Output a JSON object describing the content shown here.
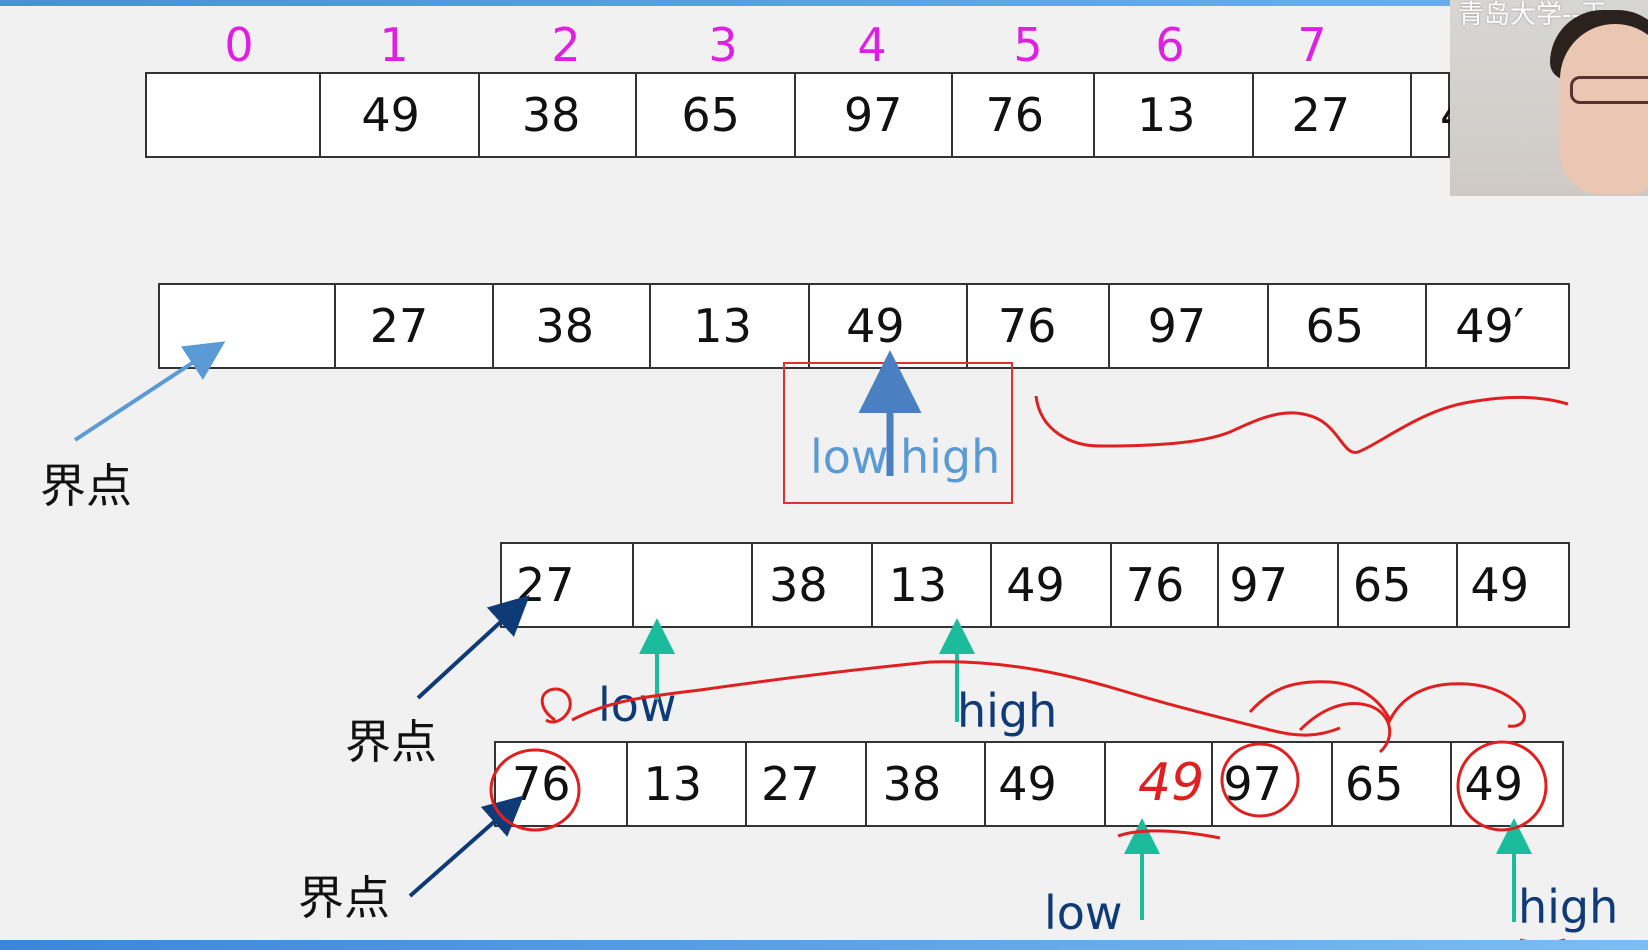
{
  "indices": [
    "0",
    "1",
    "2",
    "3",
    "4",
    "5",
    "6",
    "7"
  ],
  "row1": [
    "",
    "49",
    "38",
    "65",
    "97",
    "76",
    "13",
    "27",
    "4"
  ],
  "row2": [
    "",
    "27",
    "38",
    "13",
    "49",
    "76",
    "97",
    "65",
    "49′"
  ],
  "row3": [
    "27",
    "",
    "38",
    "13",
    "49",
    "76",
    "97",
    "65",
    "49"
  ],
  "row4": [
    "76",
    "13",
    "27",
    "38",
    "49",
    "",
    "97",
    "65",
    "49"
  ],
  "labels": {
    "boundary_1": "界点",
    "boundary_2": "界点",
    "boundary_3": "界点",
    "row2_low": "low",
    "row2_high": "high",
    "row3_low": "low",
    "row3_high": "high",
    "row4_low": "low",
    "row4_high": "high",
    "webcam_caption": "青岛大学--王"
  },
  "handwriting": {
    "written_value": "49"
  },
  "colors": {
    "index_color": "#e020e0",
    "pointer_arrow_teal": "#1abc9c",
    "boundary_arrow_dark": "#0f3a78",
    "boundary_arrow_light": "#5b9bd5",
    "annotation_red": "#e02020"
  },
  "icons": {
    "pointer": "arrow-up-icon",
    "boundary": "arrow-diagonal-icon"
  }
}
